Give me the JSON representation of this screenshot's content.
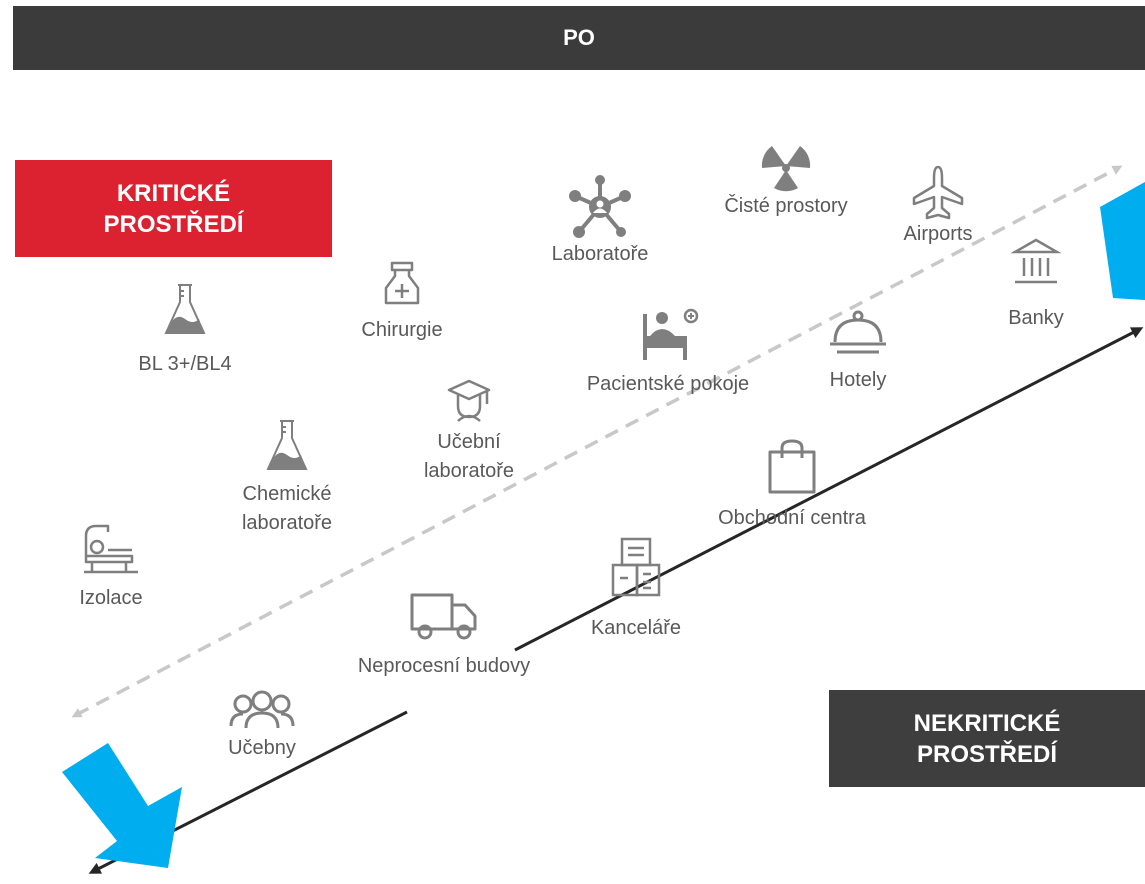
{
  "header": {
    "title": "PO"
  },
  "boxes": {
    "critical": [
      "KRITICKÉ",
      "PROSTŘEDÍ"
    ],
    "noncritical": [
      "NEKRITICKÉ",
      "PROSTŘEDÍ"
    ]
  },
  "items": {
    "laboratore": "Laboratoře",
    "ciste": "Čisté prostory",
    "airports": "Airports",
    "banky": "Banky",
    "chirurgie": "Chirurgie",
    "bl": "BL 3+/BL4",
    "pacient": "Pacientské pokoje",
    "hotely": "Hotely",
    "ucebni_1": "Učební",
    "ucebni_2": "laboratoře",
    "chem_1": "Chemické",
    "chem_2": "laboratoře",
    "obchodni": "Obchodní centra",
    "izolace": "Izolace",
    "kancelare": "Kanceláře",
    "neprocesni": "Neprocesní budovy",
    "ucebny": "Učebny"
  },
  "colors": {
    "header_bg": "#3b3b3b",
    "critical_bg": "#dc2230",
    "noncritical_bg": "#3e3e3e",
    "arrow_blue": "#00aeef",
    "icon_gray": "#7f7f7f",
    "text_gray": "#595959"
  }
}
